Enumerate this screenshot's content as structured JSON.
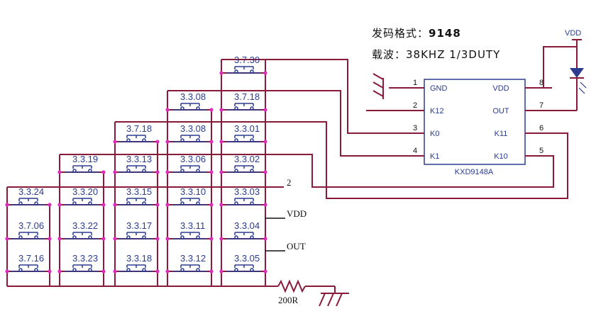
{
  "header": {
    "format_prefix": "发码格式：",
    "format_value": "9148",
    "carrier": "载波：38KHZ 1/3DUTY"
  },
  "chip": {
    "name": "KXD9148A",
    "left_pins": [
      {
        "num": "1",
        "name": "GND"
      },
      {
        "num": "2",
        "name": "K12"
      },
      {
        "num": "3",
        "name": "K0"
      },
      {
        "num": "4",
        "name": "K1"
      }
    ],
    "right_pins": [
      {
        "num": "8",
        "name": "VDD"
      },
      {
        "num": "7",
        "name": "OUT"
      },
      {
        "num": "6",
        "name": "K11"
      },
      {
        "num": "5",
        "name": "K10"
      }
    ]
  },
  "led": {
    "supply_label": "VDD"
  },
  "nets": {
    "k12": "2",
    "vdd": "VDD",
    "out": "OUT"
  },
  "resistor": {
    "label": "200R"
  },
  "keypad": {
    "columns": [
      [
        "3.3.24",
        "3.7.06",
        "3.7.16"
      ],
      [
        "3.3.19",
        "3.3.20",
        "3.3.22",
        "3.3.23"
      ],
      [
        "3.7.18",
        "3.3.13",
        "3.3.15",
        "3.3.17",
        "3.3.18"
      ],
      [
        "3.3.08",
        "3.3.08",
        "3.3.06",
        "3.3.10",
        "3.3.11",
        "3.3.12"
      ],
      [
        "3.7.30",
        "3.7.18",
        "3.3.01",
        "3.3.02",
        "3.3.03",
        "3.3.04",
        "3.3.05"
      ]
    ]
  }
}
